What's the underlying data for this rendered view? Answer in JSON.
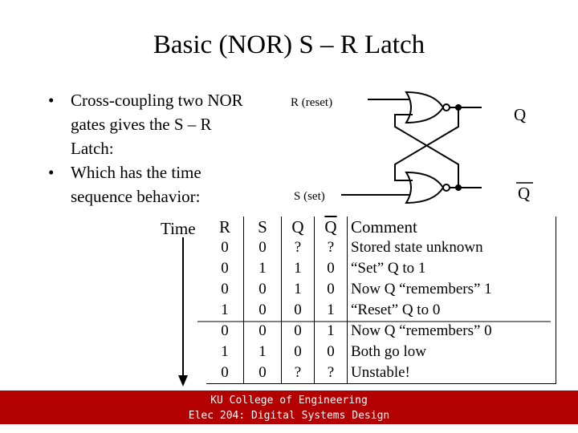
{
  "slide": {
    "title": "Basic (NOR)  S – R Latch",
    "bullets": [
      "Cross-coupling two NOR gates gives the S – R Latch:",
      "Which has the time sequence behavior:"
    ],
    "bullet_glyph": "•"
  },
  "diagram": {
    "r_label": "R (reset)",
    "s_label": "S (set)",
    "q_label": "Q",
    "qbar_label": "Q"
  },
  "table": {
    "time_label": "Time",
    "headers": [
      "R",
      "S",
      "Q",
      "Q",
      "Comment"
    ],
    "rows": [
      [
        "0",
        "0",
        "?",
        "?",
        "Stored state unknown"
      ],
      [
        "0",
        "1",
        "1",
        "0",
        "“Set” Q to 1"
      ],
      [
        "0",
        "0",
        "1",
        "0",
        "Now Q “remembers” 1"
      ],
      [
        "1",
        "0",
        "0",
        "1",
        "“Reset” Q to 0"
      ],
      [
        "0",
        "0",
        "0",
        "1",
        "Now Q “remembers” 0"
      ],
      [
        "1",
        "1",
        "0",
        "0",
        "Both go low"
      ],
      [
        "0",
        "0",
        "?",
        "?",
        "Unstable!"
      ]
    ]
  },
  "footer": {
    "line1": "KU College of Engineering",
    "line2": "Elec 204: Digital Systems Design",
    "background": "#b30000"
  }
}
